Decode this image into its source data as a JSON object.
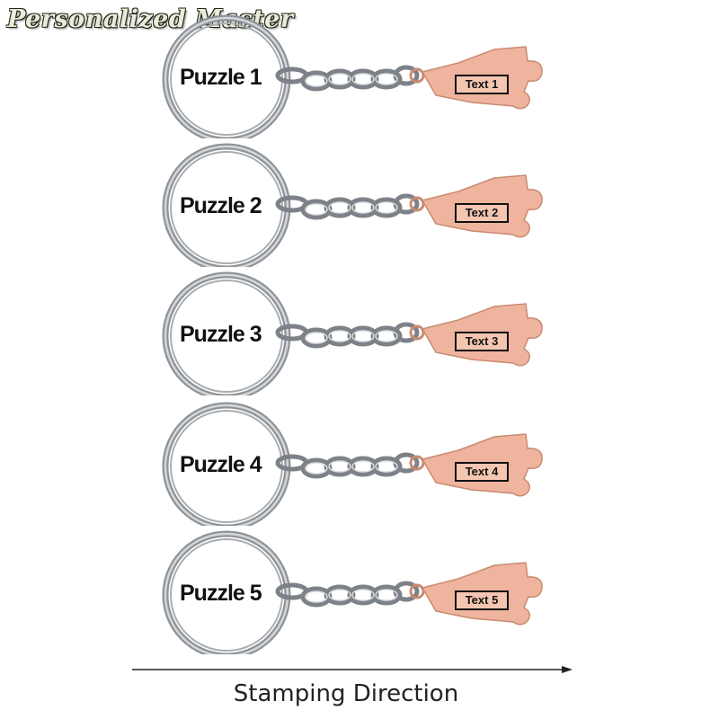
{
  "brand": {
    "title": "Personalized Master"
  },
  "keychains": [
    {
      "puzzle_label": "Puzzle 1",
      "text_label": "Text 1"
    },
    {
      "puzzle_label": "Puzzle 2",
      "text_label": "Text 2"
    },
    {
      "puzzle_label": "Puzzle 3",
      "text_label": "Text 3"
    },
    {
      "puzzle_label": "Puzzle 4",
      "text_label": "Text 4"
    },
    {
      "puzzle_label": "Puzzle 5",
      "text_label": "Text 5"
    }
  ],
  "direction": {
    "label": "Stamping Direction"
  },
  "colors": {
    "ring": "#9a9ea3",
    "chain": "#7d8288",
    "rose_gold": "#efb49d",
    "rose_gold_dark": "#c98a70"
  }
}
